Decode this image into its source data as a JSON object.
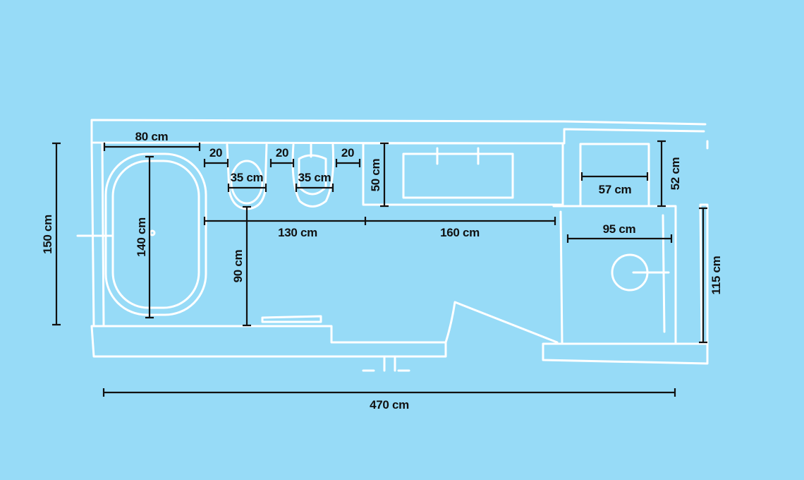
{
  "colors": {
    "background": "#97dbf7",
    "walls": "#ffffff",
    "dimensions": "#111111"
  },
  "dimensions": {
    "bathtub_width": "80 cm",
    "bathtub_length": "140 cm",
    "room_width_left": "150 cm",
    "gap_1": "20",
    "gap_2": "20",
    "gap_3": "20",
    "toilet_width": "35 cm",
    "bidet_width": "35 cm",
    "vanity_depth": "50 cm",
    "span_1": "130 cm",
    "span_2": "160 cm",
    "clearance": "90 cm",
    "closet_width": "57 cm",
    "closet_depth": "52 cm",
    "shower_width": "95 cm",
    "shower_depth": "115 cm",
    "total_length": "470 cm"
  }
}
